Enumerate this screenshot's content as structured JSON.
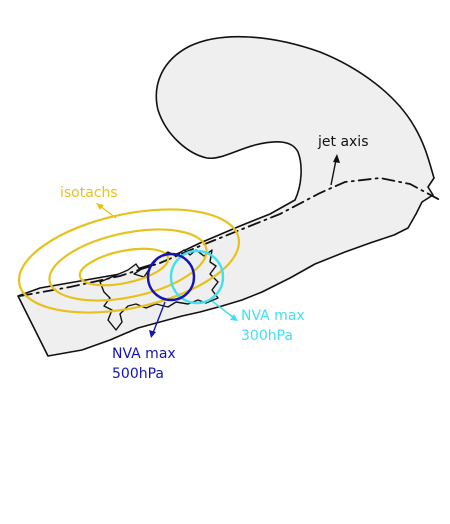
{
  "labels": {
    "jet_axis": "jet axis",
    "isotachs": "isotachs",
    "nva_300_line1": "NVA max",
    "nva_300_line2": "300hPa",
    "nva_500_line1": "NVA max",
    "nva_500_line2": "500hPa"
  },
  "colors": {
    "cloud_fill": "#efefef",
    "outline": "#111111",
    "isotachs": "#e6c21e",
    "nva_300": "#43e0ee",
    "nva_500": "#1414b4",
    "jet_axis": "#111111"
  }
}
